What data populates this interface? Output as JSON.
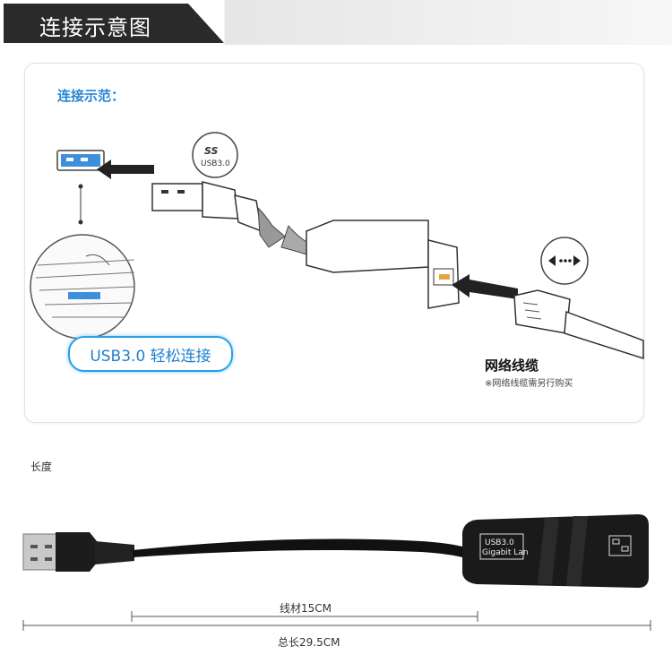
{
  "header": {
    "title": "连接示意图"
  },
  "demo": {
    "label": "连接示范：",
    "ss_logo": "SS",
    "usb_logo_text": "USB3.0",
    "badge": "USB3.0 轻松连接",
    "cable_title": "网络线缆",
    "cable_note": "※网络线缆需另行购买"
  },
  "dimensions": {
    "length_label": "长度",
    "wire_length": "线材15CM",
    "total_length": "总长29.5CM",
    "device_label_1": "USB3.0",
    "device_label_2": "Gigabit Lan"
  },
  "colors": {
    "accent": "#2a86d6",
    "header_dark": "#2a2a2a",
    "badge_border": "#2aa0e8"
  },
  "icons": [
    "usb-port-icon",
    "ethernet-arrows-icon",
    "lan-port-icon"
  ]
}
